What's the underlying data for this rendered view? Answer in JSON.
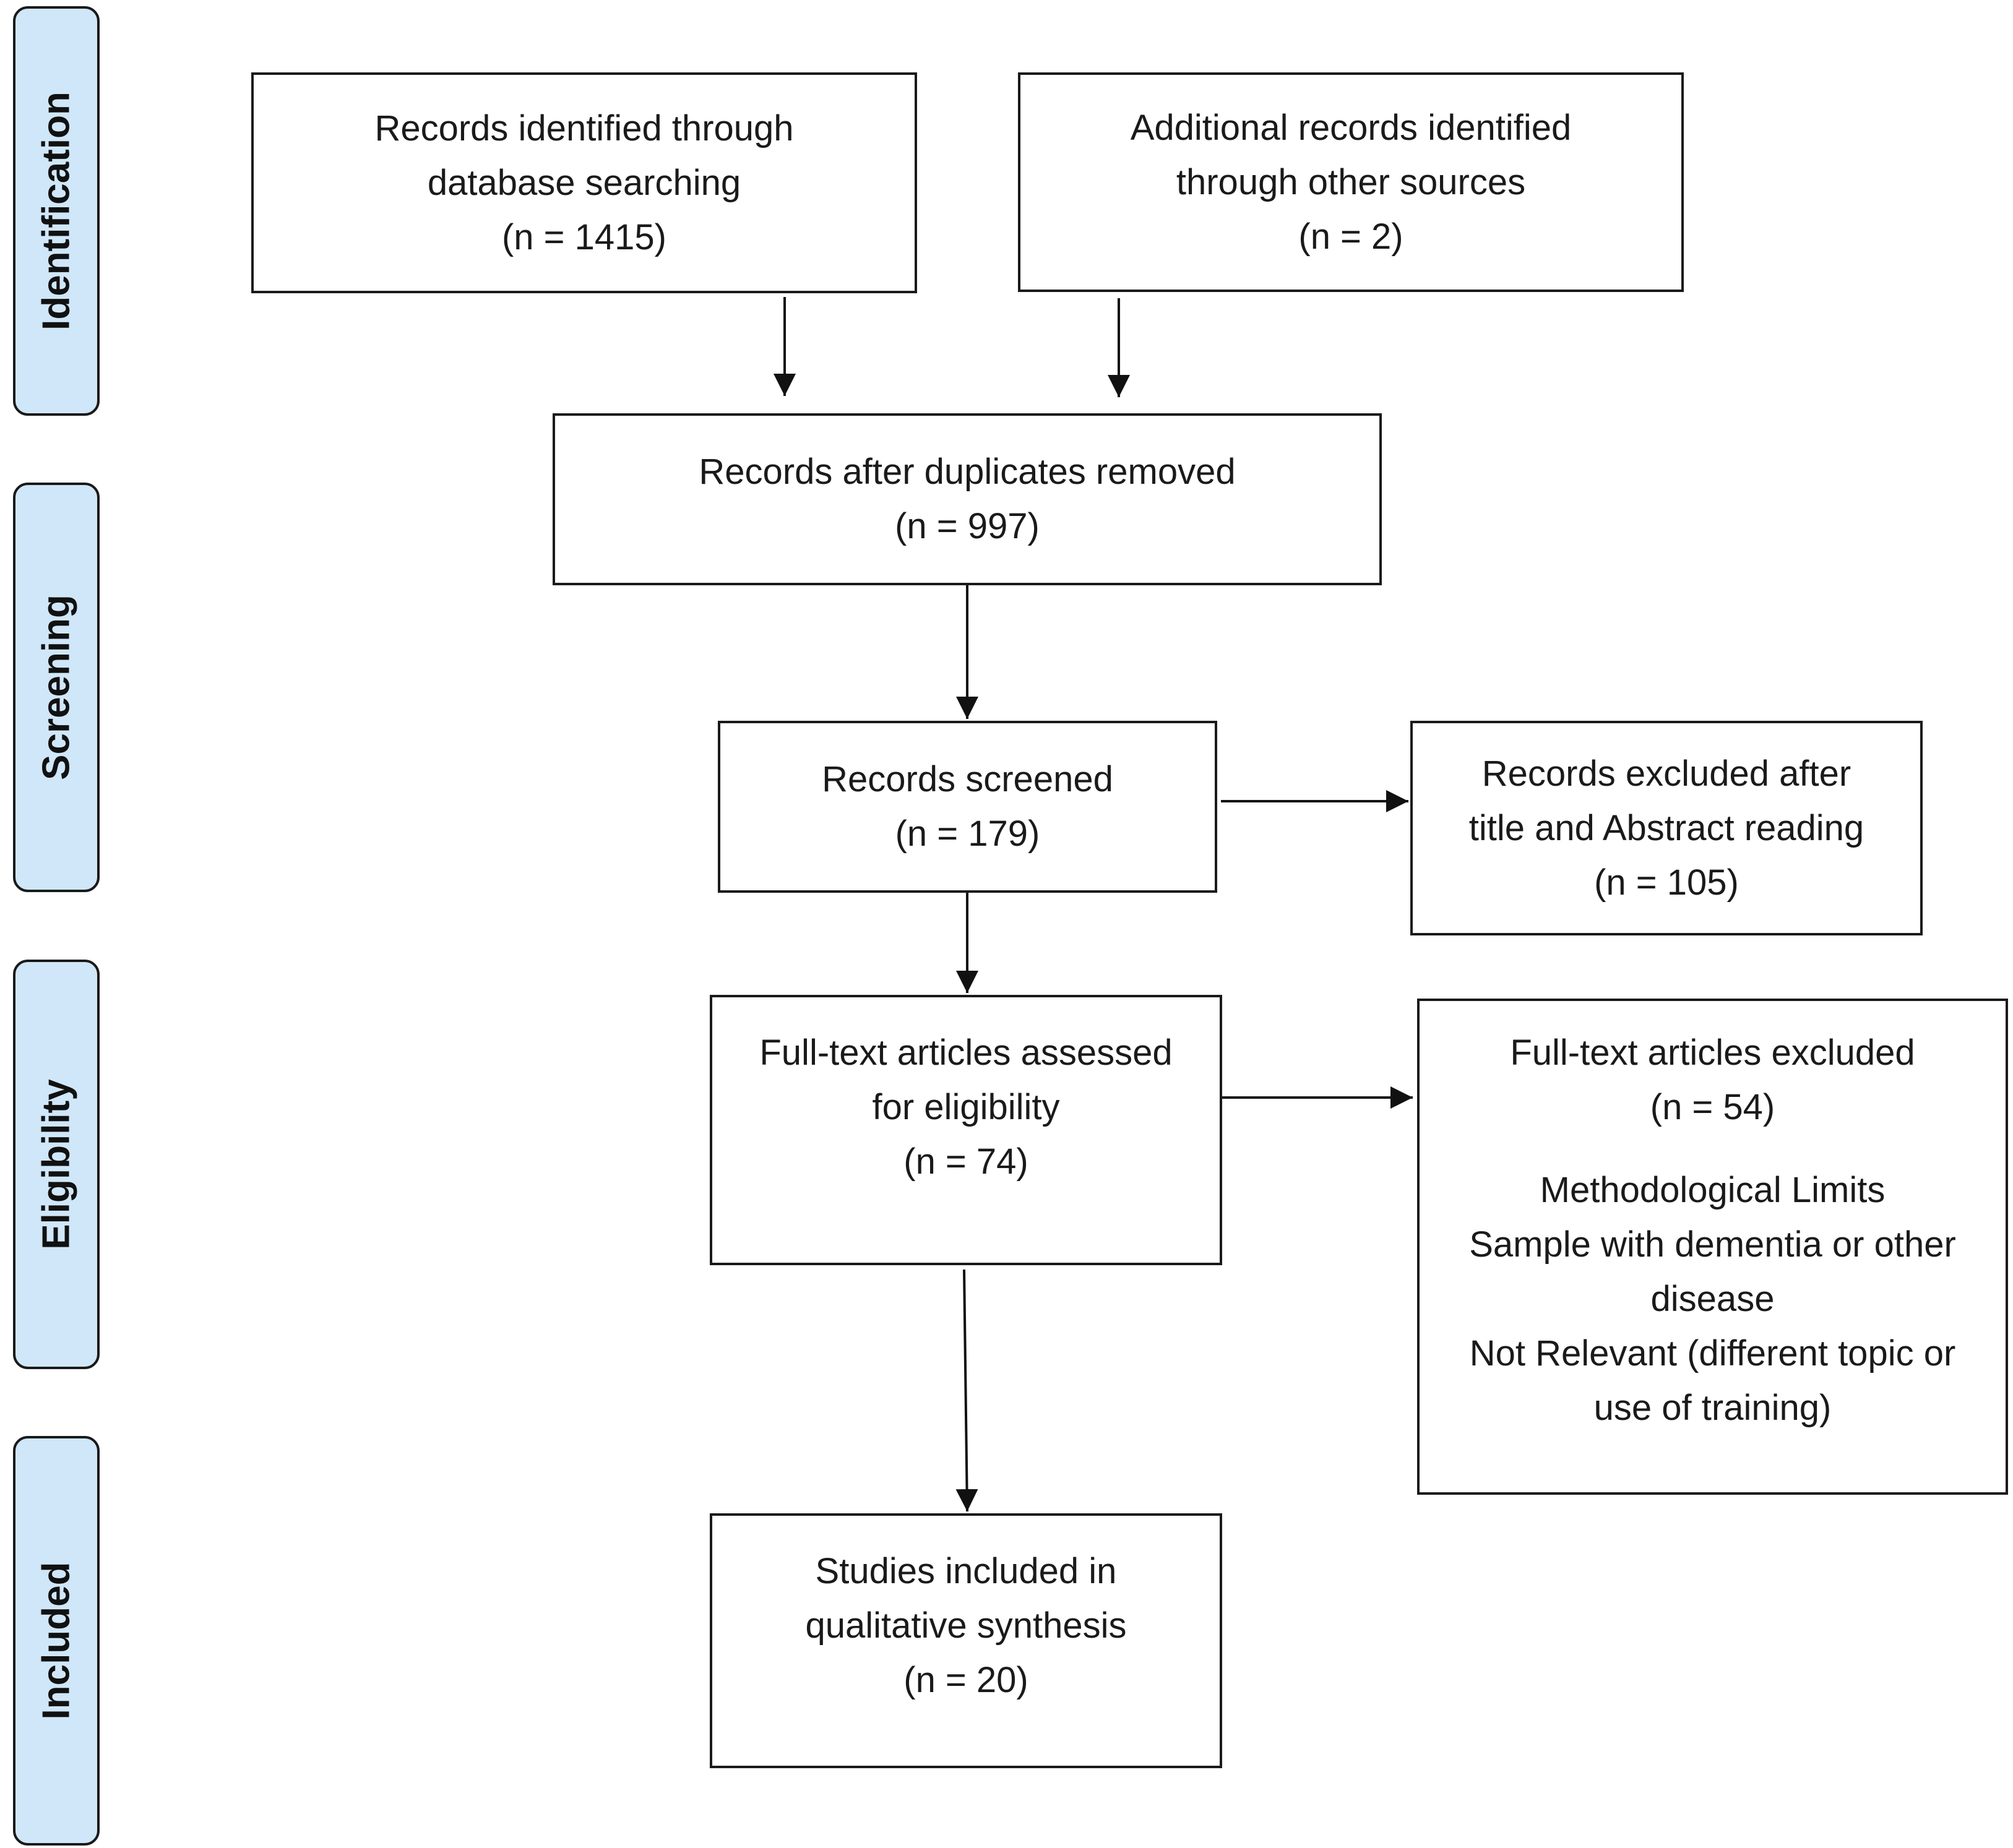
{
  "phases": {
    "identification": "Identification",
    "screening": "Screening",
    "eligibility": "Eligibility",
    "included": "Included"
  },
  "boxes": {
    "database": {
      "lines": [
        "Records identified through",
        "database searching",
        "(n = 1415)"
      ]
    },
    "other_sources": {
      "lines": [
        "Additional records identified",
        "through other sources",
        "(n = 2)"
      ]
    },
    "duplicates_removed": {
      "lines": [
        "Records after duplicates removed",
        "(n = 997)"
      ]
    },
    "screened": {
      "lines": [
        "Records screened",
        "(n = 179)"
      ]
    },
    "excluded_title_abstract": {
      "lines": [
        "Records excluded after",
        "title and Abstract reading",
        "(n = 105)"
      ]
    },
    "full_text_assessed": {
      "lines": [
        "Full-text articles assessed",
        "for eligibility",
        "(n = 74)"
      ]
    },
    "full_text_excluded": {
      "lines": [
        "Full-text articles excluded",
        "(n = 54)"
      ],
      "reasons": [
        "Methodological Limits",
        "Sample with dementia or other",
        "disease",
        "Not Relevant (different topic or",
        "use of training)"
      ]
    },
    "included": {
      "lines": [
        "Studies included in",
        "qualitative synthesis",
        "(n = 20)"
      ]
    }
  }
}
